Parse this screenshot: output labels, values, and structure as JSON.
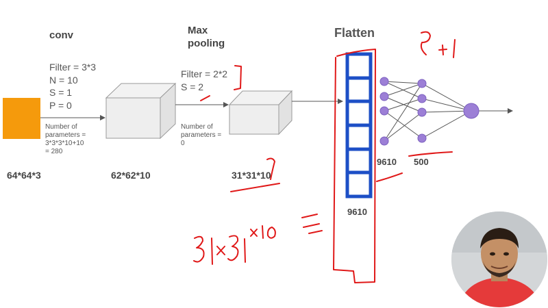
{
  "labels": {
    "conv": "conv",
    "max_pooling_line1": "Max",
    "max_pooling_line2": "pooling",
    "flatten": "Flatten"
  },
  "conv_params": {
    "filter": "Filter = 3*3",
    "n": "N = 10",
    "s": "S = 1",
    "p": "P = 0",
    "num_params_line1": "Number of",
    "num_params_line2": "parameters =",
    "num_params_line3": "3*3*3*10+10",
    "num_params_line4": "= 280"
  },
  "pool_params": {
    "filter": "Filter = 2*2",
    "s": "S = 2",
    "num_params_line1": "Number of",
    "num_params_line2": "parameters =",
    "num_params_line3": "0"
  },
  "dimensions": {
    "input": "64*64*3",
    "conv_out": "62*62*10",
    "pool_out": "31*31*10",
    "flatten_size": "9610",
    "dense_in": "9610",
    "dense_hidden": "500"
  },
  "colors": {
    "input_block": "#f59a0c",
    "flatten_box": "#1d4fc6",
    "neuron": "#9c7fd6",
    "annotation": "#e01818"
  }
}
